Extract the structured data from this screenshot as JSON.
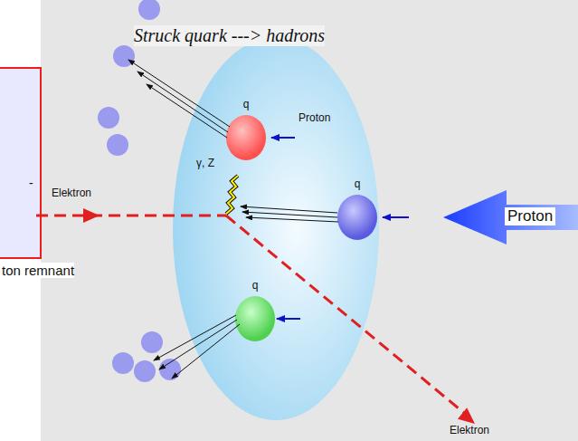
{
  "diagram": {
    "nodes": [
      {
        "text": [
          "Proton"
        ]
      },
      {
        "text": [
          "q"
        ],
        "in": 0
      },
      {
        "text": [
          "q"
        ],
        "in": 0
      },
      {
        "text": [
          "q"
        ],
        "in": 0
      }
    ],
    "labels": [
      "Struck quark ---> hadrons",
      "-",
      "Elektron",
      "γ, Z",
      "ton remnant",
      "Proton",
      "Elektron"
    ]
  }
}
